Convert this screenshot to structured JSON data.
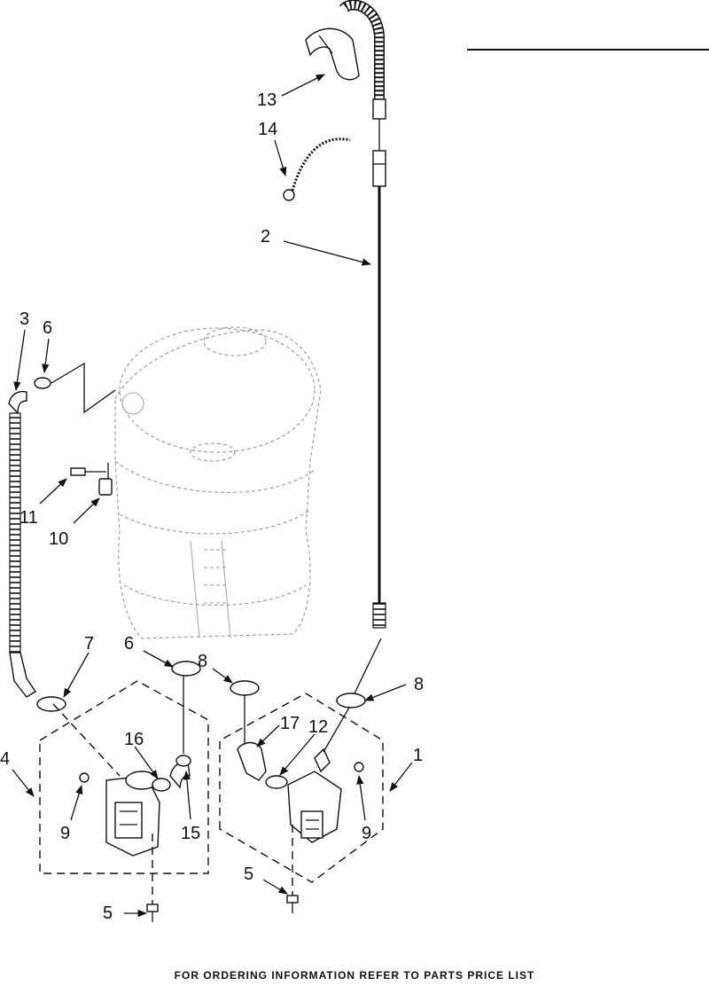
{
  "callouts": {
    "c1": "1",
    "c2": "2",
    "c3": "3",
    "c4": "4",
    "c5a": "5",
    "c5b": "5",
    "c6a": "6",
    "c6b": "6",
    "c7": "7",
    "c8a": "8",
    "c8b": "8",
    "c9a": "9",
    "c9b": "9",
    "c10": "10",
    "c11": "11",
    "c12": "12",
    "c13": "13",
    "c14": "14",
    "c15": "15",
    "c16": "16",
    "c17": "17"
  },
  "footer": "FOR ORDERING INFORMATION REFER TO PARTS PRICE LIST"
}
